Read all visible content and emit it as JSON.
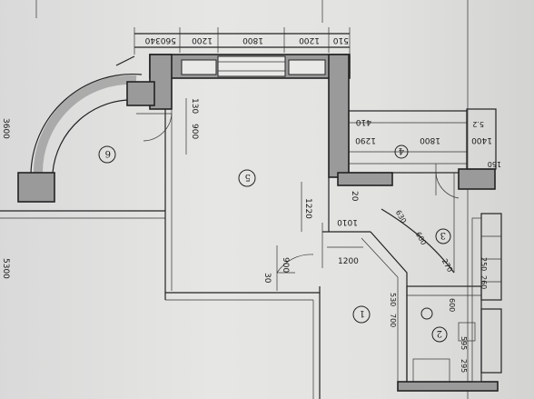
{
  "plan": {
    "top_dims": [
      "510",
      "1200",
      "1800",
      "1200",
      "560340"
    ],
    "left_dims": {
      "d130": "130",
      "d900": "900"
    },
    "mid_dims": {
      "d1220": "1220",
      "d1010": "1010",
      "d1200": "1200",
      "d900b": "900",
      "d30": "30"
    },
    "right_dims": {
      "d410": "410",
      "d1290": "1290",
      "d1800": "1800",
      "d1400": "1400",
      "d52": "5.2",
      "d150": "150",
      "d20": "20"
    },
    "bath_dims": {
      "d630": "630",
      "d600": "600",
      "d270": "270",
      "d250": "250",
      "d260": "260",
      "d530": "530",
      "d700": "700",
      "d600b": "600",
      "d595": "595",
      "d295": "295"
    },
    "rooms": {
      "r1": "1",
      "r2": "2",
      "r3": "3",
      "r4": "4",
      "r5": "5",
      "r6": "6"
    },
    "margin_marks": {
      "m1": "3600",
      "m2": "5300"
    }
  }
}
